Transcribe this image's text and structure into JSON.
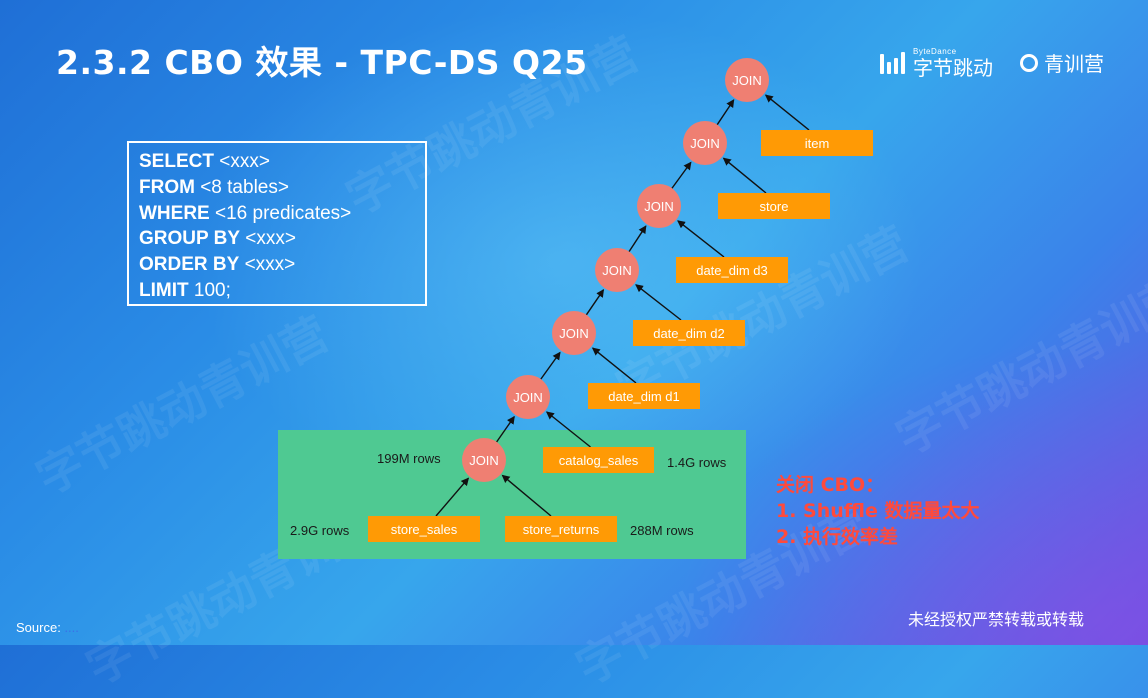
{
  "slide": {
    "title": "2.3.2 CBO 效果 - TPC-DS Q25",
    "logo_bytedance_small": "ByteDance",
    "logo_bytedance": "字节跳动",
    "logo_qingxun": "青训营",
    "watermark": "字节跳动青训营",
    "sql": [
      {
        "kw": "SELECT",
        "rest": " <xxx>"
      },
      {
        "kw": "FROM",
        "rest": " <8 tables>"
      },
      {
        "kw": "WHERE",
        "rest": " <16 predicates>"
      },
      {
        "kw": "GROUP BY",
        "rest": " <xxx>"
      },
      {
        "kw": "ORDER BY",
        "rest": " <xxx>"
      },
      {
        "kw": "LIMIT",
        "rest": " 100;"
      }
    ],
    "note_lines": [
      "关闭 CBO：",
      "1. Shuffle 数据量太大",
      "2. 执行效率差"
    ],
    "footer_note": "未经授权严禁转载或转载",
    "source_label": "Source:",
    "source_link": "...."
  },
  "diagram": {
    "join_label": "JOIN",
    "joins": [
      {
        "id": "j1",
        "rows": "199M rows"
      },
      {
        "id": "j2"
      },
      {
        "id": "j3"
      },
      {
        "id": "j4"
      },
      {
        "id": "j5"
      },
      {
        "id": "j6"
      },
      {
        "id": "j7"
      }
    ],
    "tables": [
      {
        "id": "store_sales",
        "label": "store_sales",
        "rows": "2.9G rows"
      },
      {
        "id": "store_returns",
        "label": "store_returns",
        "rows": "288M rows"
      },
      {
        "id": "catalog_sales",
        "label": "catalog_sales",
        "rows": "1.4G rows"
      },
      {
        "id": "date_dim_d1",
        "label": "date_dim d1"
      },
      {
        "id": "date_dim_d2",
        "label": "date_dim d2"
      },
      {
        "id": "date_dim_d3",
        "label": "date_dim d3"
      },
      {
        "id": "store",
        "label": "store"
      },
      {
        "id": "item",
        "label": "item"
      }
    ],
    "edges": [
      [
        "store_sales",
        "j1"
      ],
      [
        "store_returns",
        "j1"
      ],
      [
        "j1",
        "j2"
      ],
      [
        "catalog_sales",
        "j2"
      ],
      [
        "j2",
        "j3"
      ],
      [
        "date_dim_d1",
        "j3"
      ],
      [
        "j3",
        "j4"
      ],
      [
        "date_dim_d2",
        "j4"
      ],
      [
        "j4",
        "j5"
      ],
      [
        "date_dim_d3",
        "j5"
      ],
      [
        "j5",
        "j6"
      ],
      [
        "store",
        "j6"
      ],
      [
        "j6",
        "j7"
      ],
      [
        "item",
        "j7"
      ]
    ]
  }
}
